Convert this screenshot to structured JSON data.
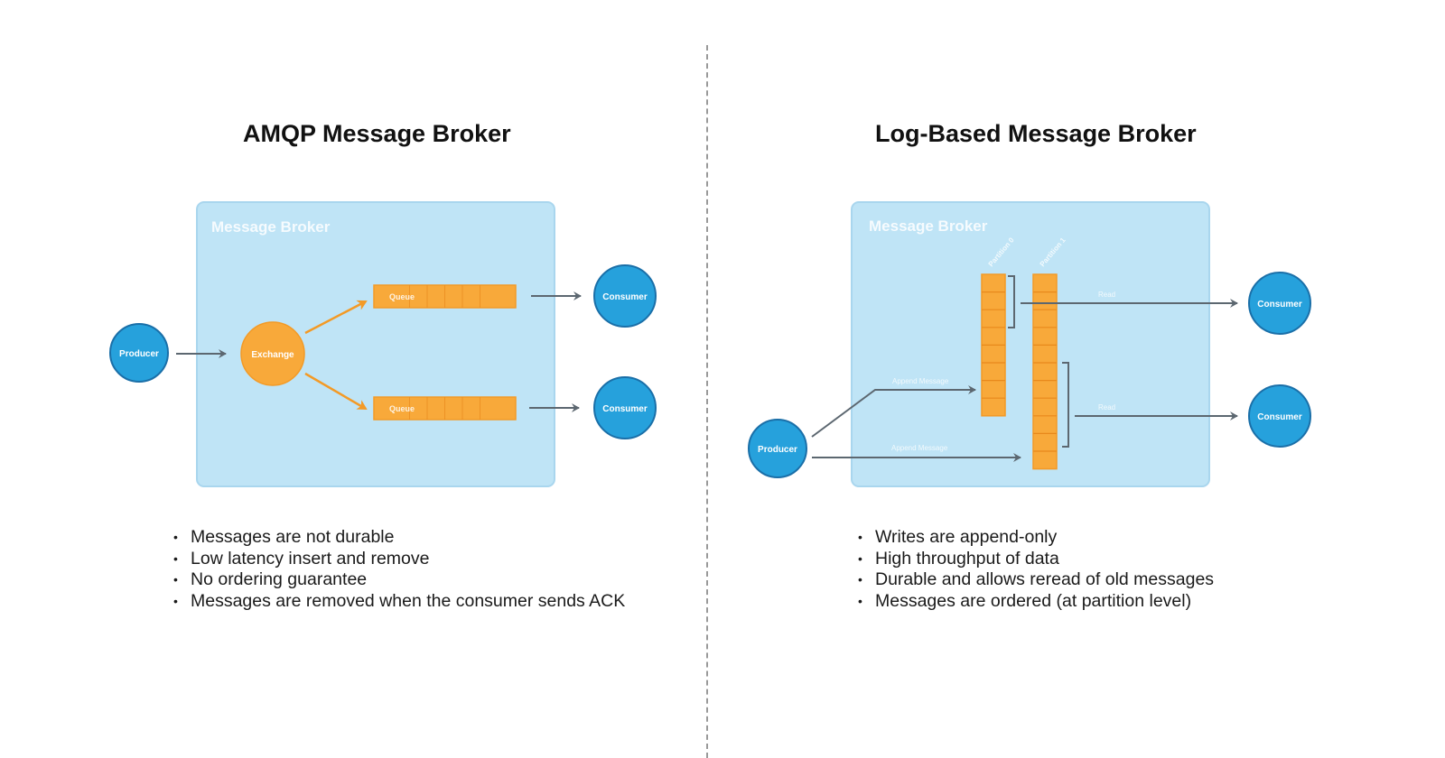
{
  "colors": {
    "broker_fill": "#bfe4f6",
    "broker_stroke": "#a9d6ee",
    "node_blue": "#26a1dc",
    "node_blue_stroke": "#1a6fa8",
    "orange": "#f8a93a",
    "orange_line": "#e8891c",
    "arrow_gray": "#5c6770",
    "label_white": "#ffffff"
  },
  "amqp": {
    "title": "AMQP Message Broker",
    "broker_label": "Message Broker",
    "producer_label": "Producer",
    "exchange_label": "Exchange",
    "queues": [
      {
        "label": "Queue",
        "cells": 6
      },
      {
        "label": "Queue",
        "cells": 6
      }
    ],
    "consumers": [
      "Consumer",
      "Consumer"
    ],
    "bullets": [
      "Messages are not durable",
      "Low latency insert and remove",
      "No ordering guarantee",
      "Messages are removed when the consumer sends ACK"
    ]
  },
  "log": {
    "title": "Log-Based Message Broker",
    "broker_label": "Message Broker",
    "producer_label": "Producer",
    "partitions": [
      {
        "label": "Partition 0",
        "cells": 8
      },
      {
        "label": "Partition 1",
        "cells": 11
      }
    ],
    "append_labels": [
      "Append Message",
      "Append Message"
    ],
    "read_labels": [
      "Read",
      "Read"
    ],
    "consumers": [
      "Consumer",
      "Consumer"
    ],
    "bullets": [
      "Writes are append-only",
      "High throughput of data",
      "Durable and allows reread of old messages",
      "Messages are ordered (at partition level)"
    ]
  }
}
